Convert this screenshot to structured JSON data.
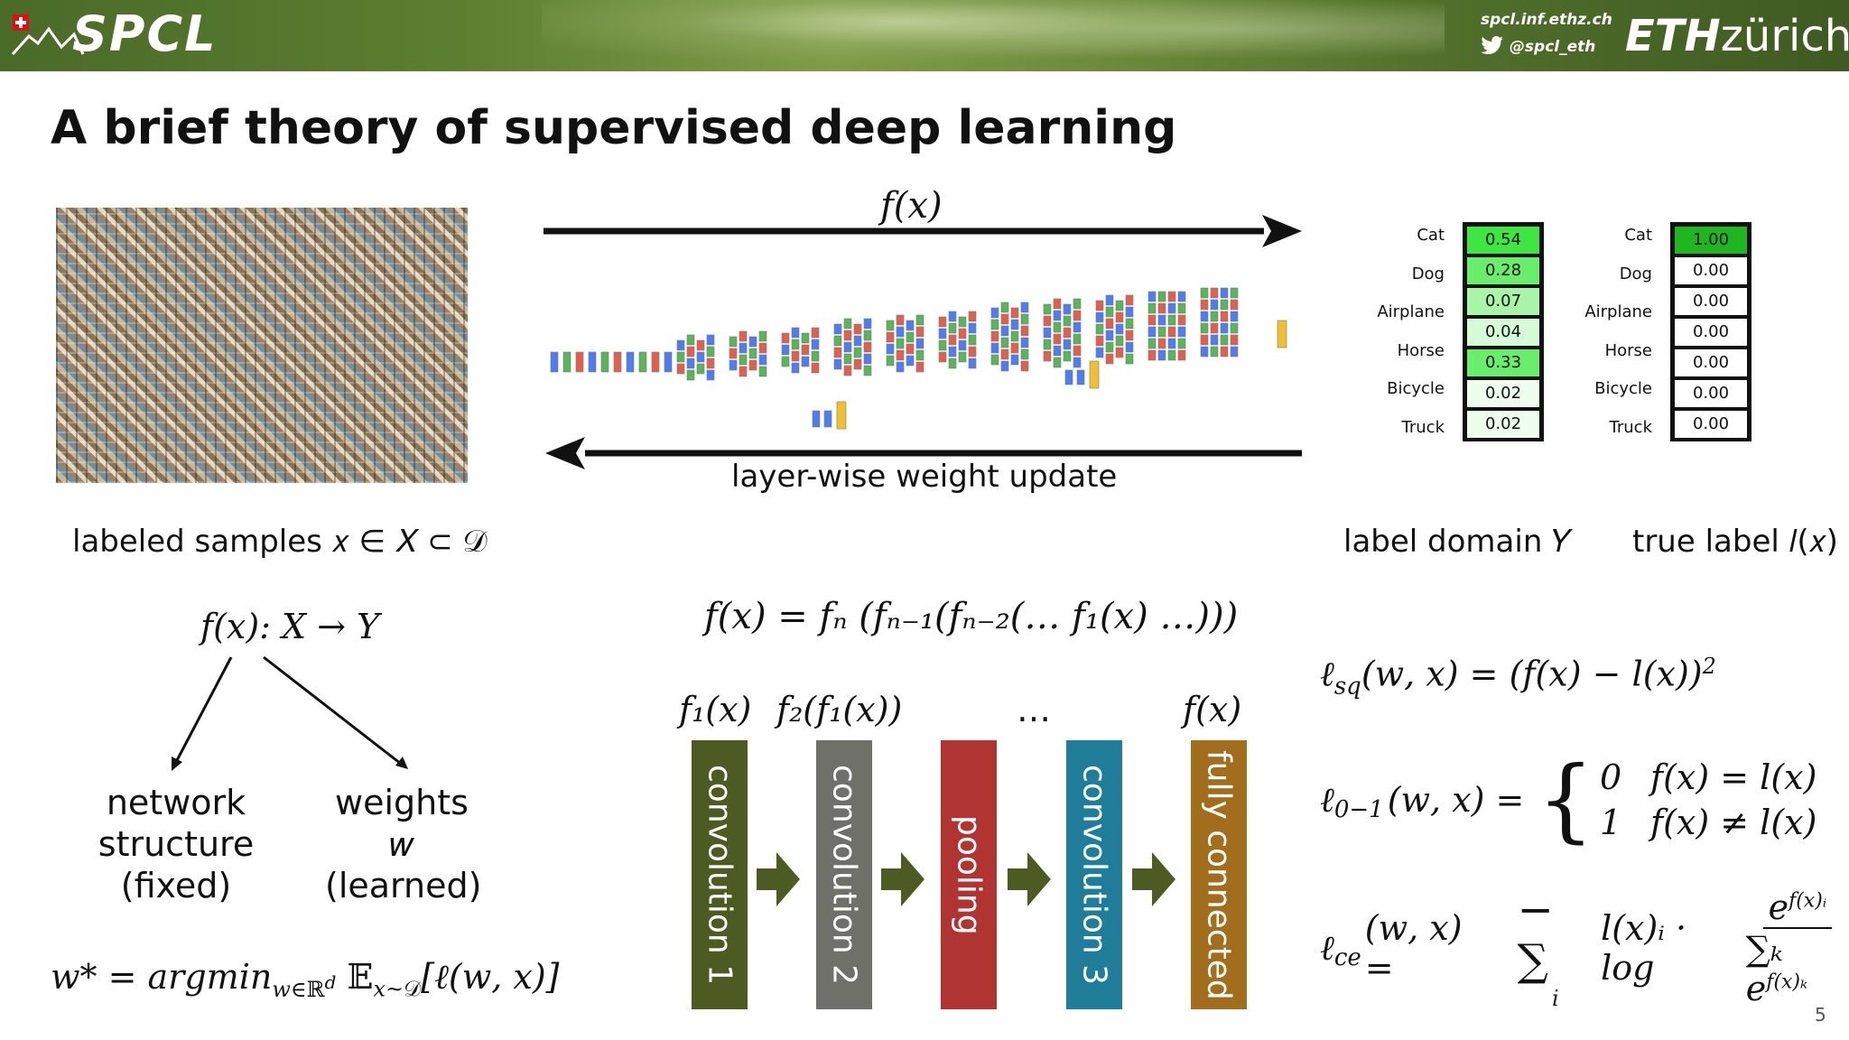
{
  "header": {
    "site_url": "spcl.inf.ethz.ch",
    "twitter_handle": "@spcl_eth",
    "spcl_logo": "SPCL",
    "eth_logo_bold": "ETH",
    "eth_logo_rest": "zürich",
    "brand_color": "#5a7a30"
  },
  "title": "A brief theory of supervised deep learning",
  "captions": {
    "labeled_samples": "labeled samples 𝑥 ∈ 𝑋 ⊂ 𝒟",
    "label_domain": "label domain 𝑌",
    "true_label": "true label 𝑙(𝑥)"
  },
  "arrows": {
    "forward_label": "𝑓(𝑥)",
    "backward_label": "layer-wise weight update"
  },
  "prediction": {
    "classes": [
      "Cat",
      "Dog",
      "Airplane",
      "Horse",
      "Bicycle",
      "Truck"
    ],
    "values": [
      "0.54",
      "0.28",
      "0.07",
      "0.04",
      "0.33",
      "0.02",
      "0.02"
    ]
  },
  "truth": {
    "classes": [
      "Cat",
      "Dog",
      "Airplane",
      "Horse",
      "Bicycle",
      "Truck"
    ],
    "values": [
      "1.00",
      "0.00",
      "0.00",
      "0.00",
      "0.00",
      "0.00",
      "0.00"
    ]
  },
  "mapping": {
    "fmap": "𝑓(𝑥): 𝑋 → 𝑌",
    "network_structure": "network structure",
    "fixed": "(fixed)",
    "weights": "weights 𝑤",
    "learned": "(learned)",
    "argmin": "𝑤* = argmin",
    "argmin_sub": "𝑤∈ℝ",
    "argmin_sup": "𝑑",
    "expect": " 𝔼",
    "expect_sub": "𝑥~𝒟",
    "expect_body": "[ℓ(𝑤, 𝑥)]"
  },
  "composition": {
    "formula": "𝑓(𝑥) = 𝑓ₙ (𝑓ₙ₋₁(𝑓ₙ₋₂(… 𝑓₁(𝑥) …)))",
    "f1": "𝑓₁(𝑥)",
    "f2": "𝑓₂(𝑓₁(𝑥))",
    "dots": "…",
    "fx": "𝑓(𝑥)"
  },
  "layers": [
    "convolution 1",
    "convolution 2",
    "pooling",
    "convolution 3",
    "fully connected"
  ],
  "losses": {
    "sq_lhs": "ℓ",
    "sq_sub": "𝑠𝑞",
    "sq_mid": "(𝑤, 𝑥) = (𝑓(𝑥) − 𝑙(𝑥))",
    "sq_sup": "2",
    "z_lhs": "ℓ",
    "z_sub": "0−1",
    "z_mid": "(𝑤, 𝑥) =",
    "z_case1_val": "0",
    "z_case1_cond": "𝑓(𝑥) = 𝑙(𝑥)",
    "z_case2_val": "1",
    "z_case2_cond": "𝑓(𝑥) ≠ 𝑙(𝑥)",
    "ce_lhs": "ℓ",
    "ce_sub": "𝑐𝑒",
    "ce_mid": "(𝑤, 𝑥) =",
    "ce_sum": "− ∑",
    "ce_sum_sub": "𝑖",
    "ce_body": "𝑙(𝑥)ᵢ · log",
    "ce_num": "𝑒",
    "ce_num_sup": "𝑓(𝑥)ᵢ",
    "ce_den": "∑ₖ 𝑒",
    "ce_den_sup": "𝑓(𝑥)ₖ"
  },
  "page_number": "5"
}
